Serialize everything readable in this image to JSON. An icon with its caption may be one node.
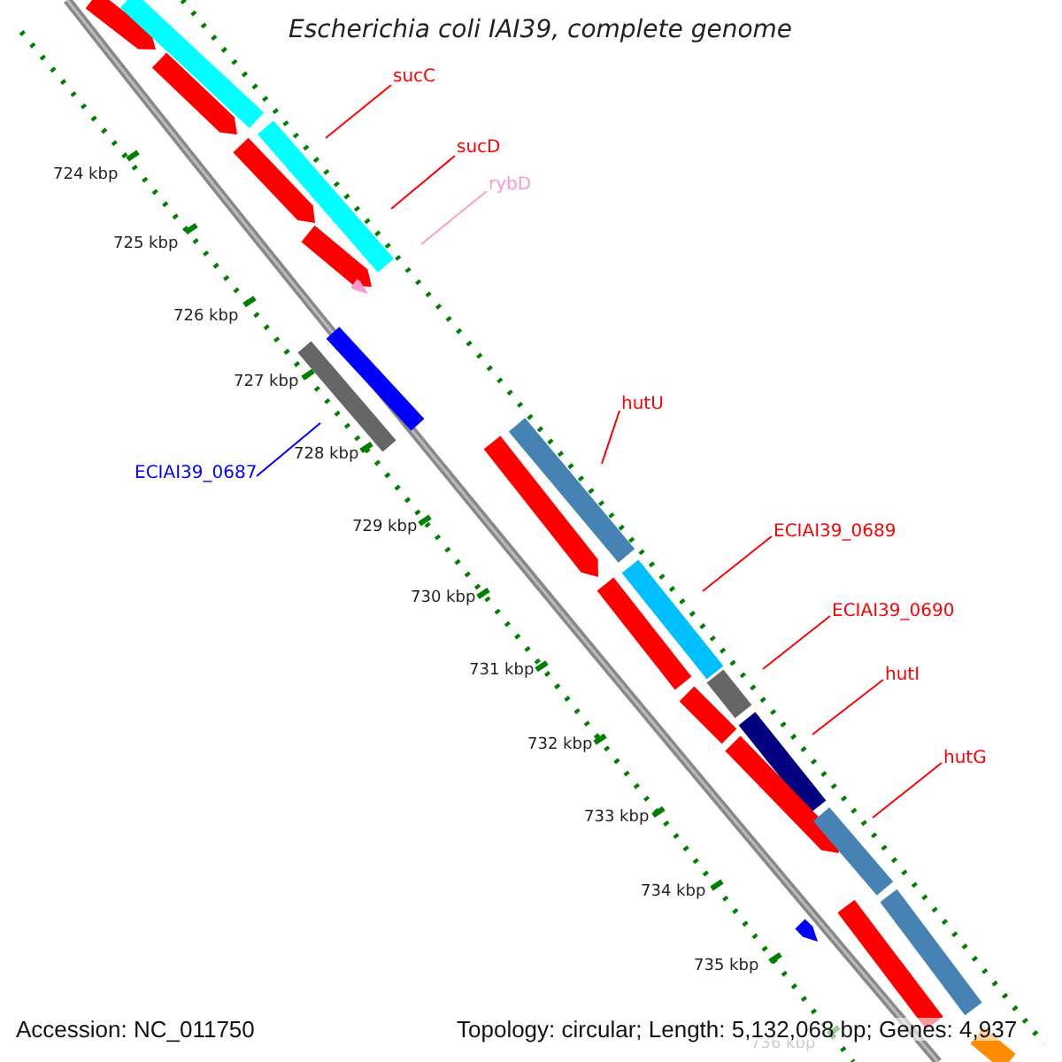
{
  "diagram": {
    "title": "Escherichia coli IAI39, complete genome",
    "nodes": [
      {
        "text": [
          "sucC"
        ]
      },
      {
        "text": [
          "sucD"
        ]
      },
      {
        "text": [
          "rybD"
        ]
      },
      {
        "text": [
          "ECIAI39_0687"
        ]
      },
      {
        "text": [
          "hutU"
        ]
      },
      {
        "text": [
          "ECIAI39_0689"
        ]
      },
      {
        "text": [
          "ECIAI39_0690"
        ]
      },
      {
        "text": [
          "hutI"
        ]
      },
      {
        "text": [
          "hutG"
        ]
      }
    ],
    "edges": [
      {
        "from": 0,
        "to": null,
        "arrow": "none"
      },
      {
        "from": 1,
        "to": null,
        "arrow": "none"
      },
      {
        "from": 2,
        "to": null,
        "arrow": "none",
        "color": "#ff99cc"
      },
      {
        "from": 3,
        "to": null,
        "arrow": "none",
        "color": "#0000ff"
      },
      {
        "from": 4,
        "to": null,
        "arrow": "none"
      },
      {
        "from": 5,
        "to": null,
        "arrow": "none"
      },
      {
        "from": 6,
        "to": null,
        "arrow": "none"
      },
      {
        "from": 7,
        "to": null,
        "arrow": "none"
      },
      {
        "from": 8,
        "to": null,
        "arrow": "none"
      }
    ],
    "labels": [
      "724 kbp",
      "725 kbp",
      "726 kbp",
      "727 kbp",
      "728 kbp",
      "729 kbp",
      "730 kbp",
      "731 kbp",
      "732 kbp",
      "733 kbp",
      "734 kbp",
      "735 kbp",
      "736 kbp",
      "Accession: NC_011750",
      "Topology: circular; Length: 5,132,068 bp; Genes: 4,937"
    ]
  }
}
